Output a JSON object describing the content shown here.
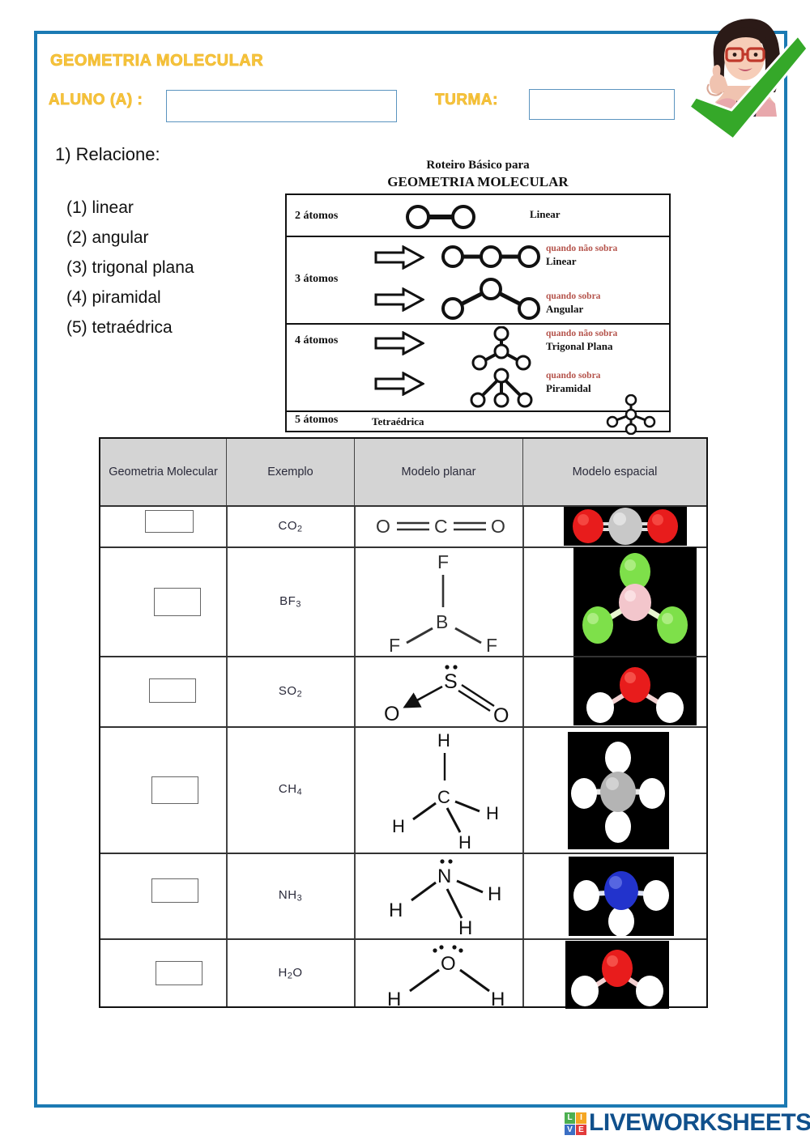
{
  "header": {
    "title": "GEOMETRIA MOLECULAR",
    "student_label": "ALUNO (A) :",
    "student_value": "",
    "student_placeholder": "",
    "class_label": "TURMA:",
    "class_value": "",
    "class_placeholder": "",
    "title_color": "#f5c53d",
    "frame_color": "#1b7ab3"
  },
  "sticker": {
    "avatar_name": "bitmoji-thumbs-up-avatar",
    "check_name": "green-check-icon",
    "check_color": "#35a829"
  },
  "question": {
    "prompt": "1) Relacione:",
    "options": [
      "(1) linear",
      "(2) angular",
      "(3) trigonal plana",
      "(4) piramidal",
      "(5) tetraédrica"
    ]
  },
  "reference_figure": {
    "title_line1": "Roteiro Básico para",
    "title_line2": "GEOMETRIA MOLECULAR",
    "rows": [
      {
        "atoms_label": "2 átomos",
        "results": [
          {
            "condition": "",
            "name": "Linear"
          }
        ]
      },
      {
        "atoms_label": "3 átomos",
        "results": [
          {
            "condition": "quando não sobra",
            "name": "Linear"
          },
          {
            "condition": "quando sobra",
            "name": "Angular"
          }
        ]
      },
      {
        "atoms_label": "4 átomos",
        "results": [
          {
            "condition": "quando não sobra",
            "name": "Trigonal Plana"
          },
          {
            "condition": "quando sobra",
            "name": "Piramidal"
          }
        ]
      },
      {
        "atoms_label": "5 átomos",
        "results": [
          {
            "condition": "",
            "name": "Tetraédrica"
          }
        ]
      }
    ]
  },
  "table": {
    "headers": [
      "Geometria Molecular",
      "Exemplo",
      "Modelo planar",
      "Modelo espacial"
    ],
    "header_bg": "#d4d4d4",
    "rows": [
      {
        "answer_value": "",
        "example": "CO2",
        "example_html": "CO<sub>2</sub>",
        "planar_name": "planar-model-co2",
        "spatial_name": "spatial-model-co2",
        "atom_colors": {
          "center": "#c8c8c8",
          "outer": "#e81c1c"
        }
      },
      {
        "answer_value": "",
        "example": "BF3",
        "example_html": "BF<sub>3</sub>",
        "planar_name": "planar-model-bf3",
        "spatial_name": "spatial-model-bf3",
        "atom_colors": {
          "center": "#f3c6cc",
          "outer": "#7ee04a"
        }
      },
      {
        "answer_value": "",
        "example": "SO2",
        "example_html": "SO<sub>2</sub>",
        "planar_name": "planar-model-so2",
        "spatial_name": "spatial-model-so2",
        "atom_colors": {
          "center": "#e81c1c",
          "outer": "#ffffff"
        }
      },
      {
        "answer_value": "",
        "example": "CH4",
        "example_html": "CH<sub>4</sub>",
        "planar_name": "planar-model-ch4",
        "spatial_name": "spatial-model-ch4",
        "atom_colors": {
          "center": "#b4b4b4",
          "outer": "#ffffff"
        }
      },
      {
        "answer_value": "",
        "example": "NH3",
        "example_html": "NH<sub>3</sub>",
        "planar_name": "planar-model-nh3",
        "spatial_name": "spatial-model-nh3",
        "atom_colors": {
          "center": "#2233cc",
          "outer": "#ffffff"
        }
      },
      {
        "answer_value": "",
        "example": "H2O",
        "example_html": "H<sub>2</sub>O",
        "planar_name": "planar-model-h2o",
        "spatial_name": "spatial-model-h2o",
        "atom_colors": {
          "center": "#e81c1c",
          "outer": "#ffffff"
        }
      }
    ],
    "planar_atoms": {
      "co2": [
        "O",
        "C",
        "O"
      ],
      "bf3": [
        "F",
        "B",
        "F",
        "F"
      ],
      "so2": [
        "S",
        "O",
        "O"
      ],
      "ch4": [
        "H",
        "C",
        "H",
        "H",
        "H"
      ],
      "nh3": [
        "N",
        "H",
        "H",
        "H"
      ],
      "h2o": [
        "O",
        "H",
        "H"
      ]
    }
  },
  "footer": {
    "brand": "LIVEWORKSHEETS",
    "logo_letters": [
      "L",
      "I",
      "V",
      "E"
    ],
    "logo_colors": [
      "#4caf50",
      "#f5a623",
      "#3b6fc4",
      "#e23b3b"
    ],
    "brand_color": "#10508c"
  }
}
